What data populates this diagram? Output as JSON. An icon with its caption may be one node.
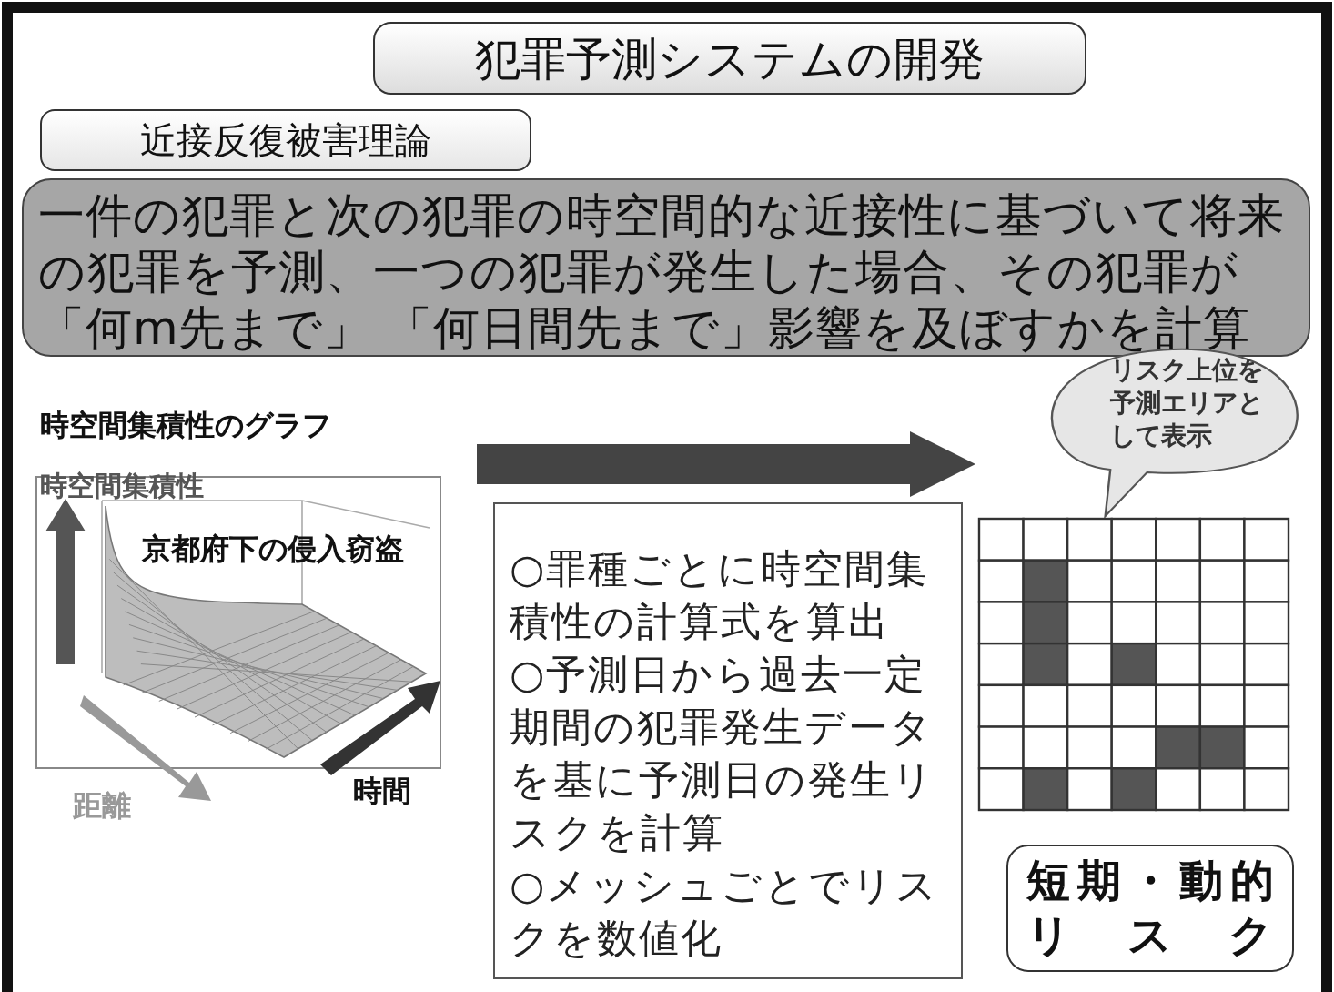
{
  "diagram": {
    "nodes": [
      {
        "text": [
          "犯罪予測システムの開発"
        ]
      },
      {
        "text": [
          "近接反復被害理論"
        ]
      },
      {
        "text": [
          "一件の犯罪と次の犯罪の時空間的な近接性に基づいて将来の犯罪を予測、一つの犯罪が発生した場合、その犯罪が「何m先まで」 「何日間先まで」影響を及ぼすかを計算"
        ]
      },
      {
        "text": [
          "時空間集積性のグラフ"
        ]
      },
      {
        "text": [
          "○罪種ごとに時空間集積性の計算式を算出",
          "○予測日から過去一定期間の犯罪発生データを基に予測日の発生リスクを計算",
          "○メッシュごとでリスクを数値化"
        ]
      },
      {
        "text": [
          "リスク上位を予測エリアとして表示"
        ]
      },
      {
        "text": [],
        "shape": "grid"
      },
      {
        "text": [
          "短期・動的リスク"
        ]
      }
    ],
    "edges": [
      {
        "from": 3,
        "to": 6,
        "arrow": "to",
        "style": "thick"
      }
    ],
    "labels": [
      "時空間集積性",
      "京都府下の侵入窃盗",
      "時間",
      "距離"
    ]
  }
}
